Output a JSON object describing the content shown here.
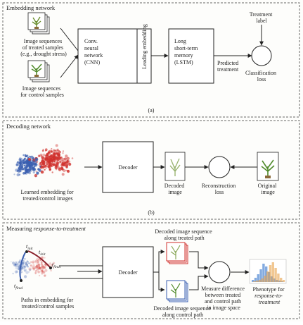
{
  "panel_a": {
    "title": "Embedding network",
    "treated_label": [
      "Image sequences",
      "of treated samples",
      "(e.g., drought stress)"
    ],
    "control_label": [
      "Image sequences",
      "for control samples"
    ],
    "cnn_label": [
      "Conv.",
      "neural",
      "network",
      "(CNN)"
    ],
    "leading_embedding": "Leading embedding",
    "lstm_label": [
      "Long",
      "short-term",
      "memory",
      "(LSTM)"
    ],
    "predicted_treatment": [
      "Predicted",
      "treatment"
    ],
    "treatment_label": [
      "Treatment",
      "label"
    ],
    "classification_loss": [
      "Classification",
      "loss"
    ],
    "caption": "(a)"
  },
  "panel_b": {
    "title": "Decoding network",
    "embedding_caption": [
      "Learned embedding for",
      "treated/control images"
    ],
    "decoder_label": "Decoder",
    "decoded_image": [
      "Decoded",
      "image"
    ],
    "reconstruction_loss": [
      "Reconstruction",
      "loss"
    ],
    "original_image": [
      "Original",
      "image"
    ],
    "caption": "(b)"
  },
  "panel_c": {
    "title_prefix": "Measuring ",
    "title_emph": "response-to-treatment",
    "paths_caption": [
      "Paths in embedding for",
      "treated/control samples"
    ],
    "t_init_1": "t",
    "t_init_1_sub": "init",
    "t_init_2": "t",
    "t_init_2_sub": "init",
    "t_final_1": "t",
    "t_final_1_sub": "final",
    "t_final_2": "t",
    "t_final_2_sub": "final",
    "decoder_label": "Decoder",
    "treated_sequence": [
      "Decoded image sequence",
      "along treated path"
    ],
    "control_sequence": [
      "Decoded image sequence",
      "along control path"
    ],
    "measure_difference": [
      "Measure difference",
      "between treated",
      "and control path",
      "in image space"
    ],
    "phenotype_prefix": "Phenotype for",
    "phenotype_emph": [
      "response-to-",
      "treatment"
    ]
  },
  "colors": {
    "treated": "#d0312d",
    "control": "#3a5fb0",
    "plant": "#7a9a3a",
    "histogram_blue": "#5b8fd6",
    "histogram_orange": "#e8a24a"
  }
}
